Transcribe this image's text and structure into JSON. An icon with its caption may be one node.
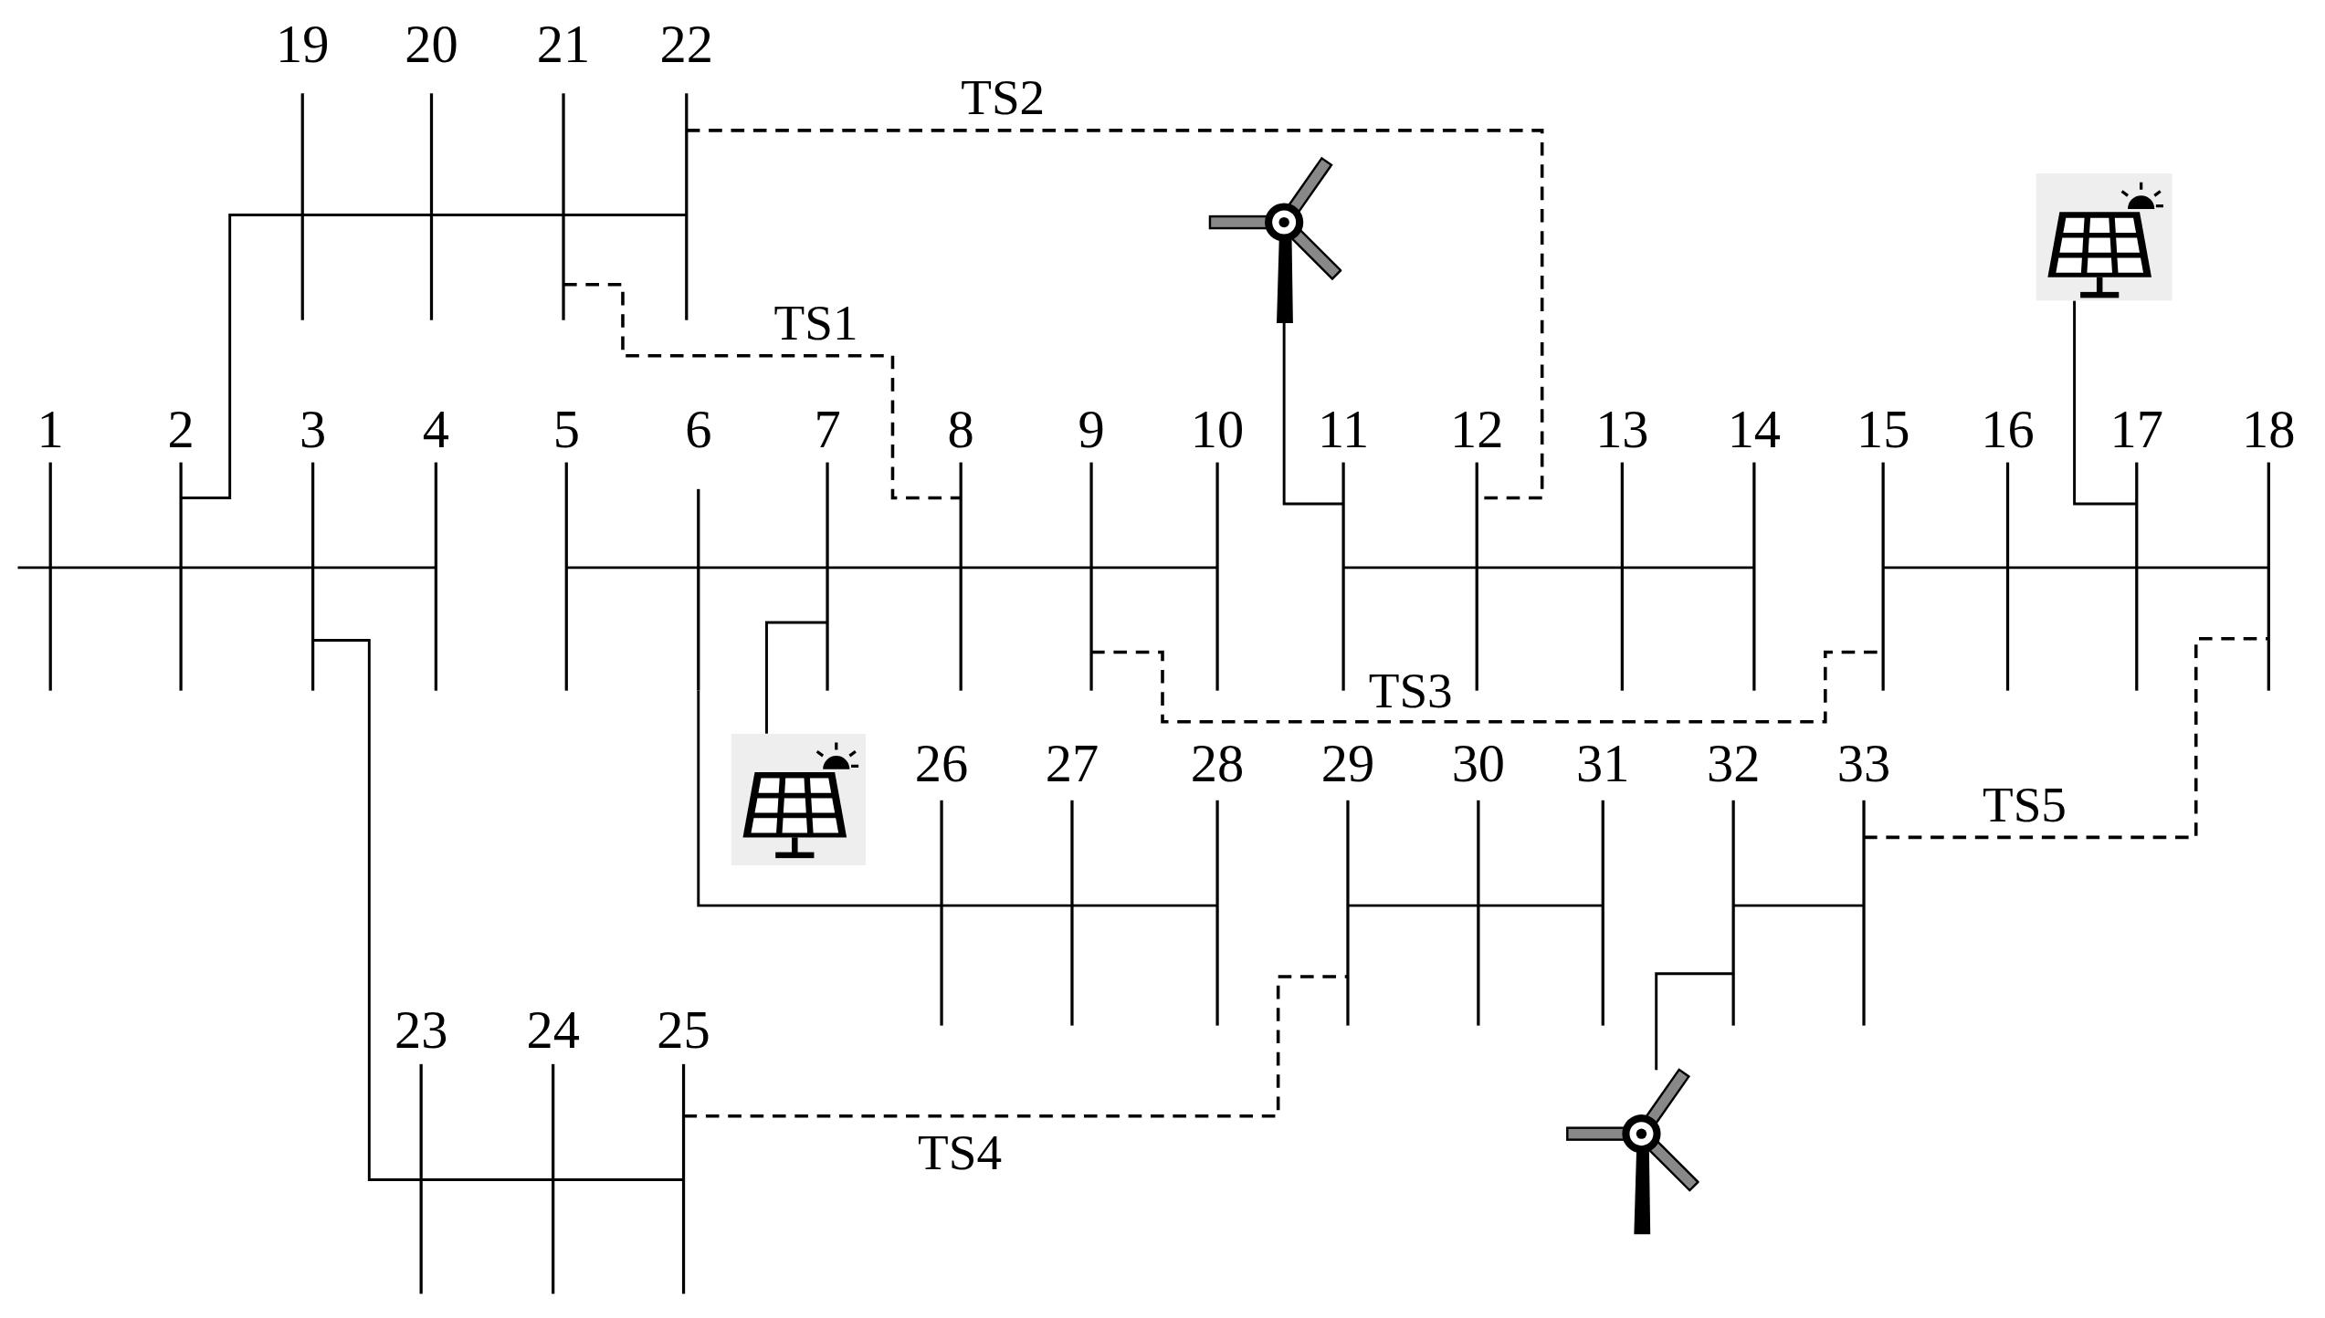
{
  "diagram": {
    "nodes": [
      {
        "text": [
          "19"
        ]
      },
      {
        "text": [
          "20"
        ]
      },
      {
        "text": [
          "21"
        ]
      },
      {
        "text": [
          "22"
        ]
      },
      {
        "text": [],
        "shape": "picture"
      },
      {
        "text": [],
        "shape": "picture"
      },
      {
        "text": [
          "1"
        ]
      },
      {
        "text": [
          "2"
        ]
      },
      {
        "text": [
          "3"
        ]
      },
      {
        "text": [
          "4"
        ]
      },
      {
        "text": [
          "5"
        ]
      },
      {
        "text": [
          "6"
        ]
      },
      {
        "text": [
          "7"
        ]
      },
      {
        "text": [
          "8"
        ]
      },
      {
        "text": [
          "9"
        ]
      },
      {
        "text": [
          "10"
        ]
      },
      {
        "text": [
          "11"
        ]
      },
      {
        "text": [
          "12"
        ]
      },
      {
        "text": [
          "13"
        ]
      },
      {
        "text": [
          "14"
        ]
      },
      {
        "text": [
          "15"
        ]
      },
      {
        "text": [
          "16"
        ]
      },
      {
        "text": [
          "17"
        ]
      },
      {
        "text": [
          "18"
        ]
      },
      {
        "text": [],
        "shape": "picture"
      },
      {
        "text": [
          "26"
        ]
      },
      {
        "text": [
          "27"
        ]
      },
      {
        "text": [
          "28"
        ]
      },
      {
        "text": [
          "29"
        ]
      },
      {
        "text": [
          "30"
        ]
      },
      {
        "text": [
          "31"
        ]
      },
      {
        "text": [
          "32"
        ]
      },
      {
        "text": [
          "33"
        ]
      },
      {
        "text": [
          "23"
        ]
      },
      {
        "text": [
          "24"
        ]
      },
      {
        "text": [
          "25"
        ]
      },
      {
        "text": [],
        "shape": "picture"
      }
    ],
    "edges": [
      {
        "from": null,
        "to": 6,
        "arrow": "none"
      },
      {
        "from": 6,
        "to": 7,
        "arrow": "none"
      },
      {
        "from": 7,
        "to": 8,
        "arrow": "none"
      },
      {
        "from": 8,
        "to": 9,
        "arrow": "none"
      },
      {
        "from": 10,
        "to": 11,
        "arrow": "none"
      },
      {
        "from": 11,
        "to": 12,
        "arrow": "none"
      },
      {
        "from": 12,
        "to": 13,
        "arrow": "none"
      },
      {
        "from": 13,
        "to": 14,
        "arrow": "none"
      },
      {
        "from": 14,
        "to": 15,
        "arrow": "none"
      },
      {
        "from": 16,
        "to": 17,
        "arrow": "none"
      },
      {
        "from": 17,
        "to": 18,
        "arrow": "none"
      },
      {
        "from": 18,
        "to": 19,
        "arrow": "none"
      },
      {
        "from": 20,
        "to": 21,
        "arrow": "none"
      },
      {
        "from": 21,
        "to": 22,
        "arrow": "none"
      },
      {
        "from": 22,
        "to": 23,
        "arrow": "none"
      },
      {
        "from": 7,
        "to": 0,
        "arrow": "none"
      },
      {
        "from": 0,
        "to": 1,
        "arrow": "none"
      },
      {
        "from": 1,
        "to": 2,
        "arrow": "none"
      },
      {
        "from": 2,
        "to": 3,
        "arrow": "none"
      },
      {
        "from": 8,
        "to": 33,
        "arrow": "none"
      },
      {
        "from": 33,
        "to": 34,
        "arrow": "none"
      },
      {
        "from": 34,
        "to": 35,
        "arrow": "none"
      },
      {
        "from": 11,
        "to": 25,
        "arrow": "none"
      },
      {
        "from": 25,
        "to": 26,
        "arrow": "none"
      },
      {
        "from": 26,
        "to": 27,
        "arrow": "none"
      },
      {
        "from": 28,
        "to": 29,
        "arrow": "none"
      },
      {
        "from": 29,
        "to": 30,
        "arrow": "none"
      },
      {
        "from": 31,
        "to": 32,
        "arrow": "none"
      },
      {
        "from": 4,
        "to": 16,
        "arrow": "none"
      },
      {
        "from": 5,
        "to": 22,
        "arrow": "none"
      },
      {
        "from": 24,
        "to": 12,
        "arrow": "none"
      },
      {
        "from": 36,
        "to": 31,
        "arrow": "none"
      },
      {
        "from": 2,
        "to": 13,
        "arrow": "none",
        "label": "TS1",
        "style": "dashed"
      },
      {
        "from": 3,
        "to": 17,
        "arrow": "none",
        "label": "TS2",
        "style": "dashed"
      },
      {
        "from": 14,
        "to": 20,
        "arrow": "none",
        "label": "TS3",
        "style": "dashed"
      },
      {
        "from": 35,
        "to": 28,
        "arrow": "none",
        "label": "TS4",
        "style": "dashed"
      },
      {
        "from": 32,
        "to": 23,
        "arrow": "none",
        "label": "TS5",
        "style": "dashed"
      }
    ]
  }
}
